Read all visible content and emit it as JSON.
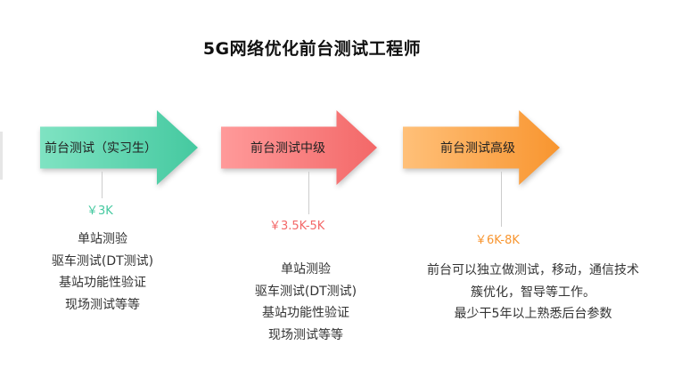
{
  "title": "5G网络优化前台测试工程师",
  "stages": [
    {
      "label": "前台测试（实习生）",
      "salary": "￥3K",
      "color": "#45c9a0",
      "description": [
        "单站测验",
        "驱车测试(DT测试)",
        "基站功能性验证",
        "现场测试等等"
      ]
    },
    {
      "label": "前台测试中级",
      "salary": "￥3.5K-5K",
      "color": "#f36868",
      "description": [
        "单站测验",
        "驱车测试(DT测试)",
        "基站功能性验证",
        "现场测试等等"
      ]
    },
    {
      "label": "前台测试高级",
      "salary": "￥6K-8K",
      "color": "#f8952f",
      "description": [
        "前台可以独立做测试，移动，通信技术",
        "簇优化，智导等工作。",
        "最少干5年以上熟悉后台参数"
      ]
    }
  ]
}
